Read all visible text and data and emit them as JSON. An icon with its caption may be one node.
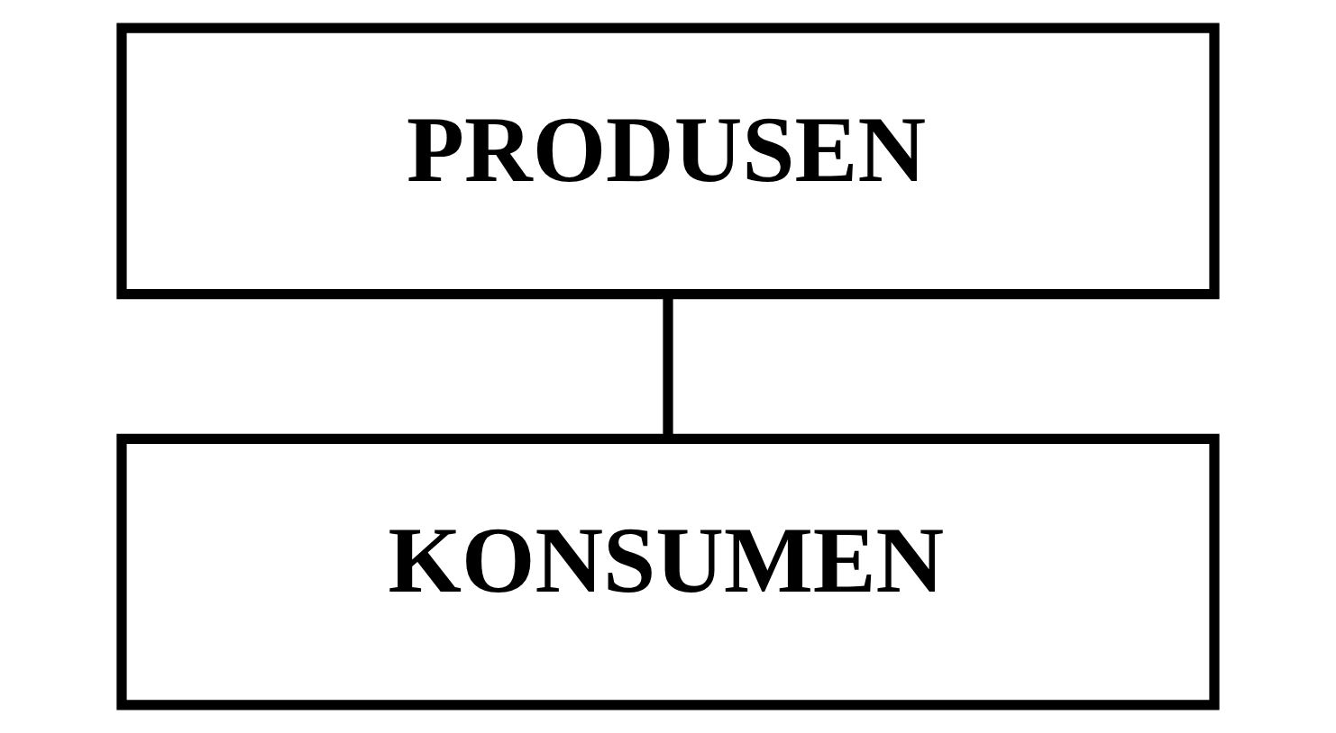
{
  "diagram": {
    "nodes": [
      {
        "text": [
          "PRODUSEN"
        ]
      },
      {
        "text": [
          "KONSUMEN"
        ]
      }
    ],
    "edges": [
      {
        "from": 0,
        "to": 1,
        "arrow": "none"
      }
    ]
  }
}
